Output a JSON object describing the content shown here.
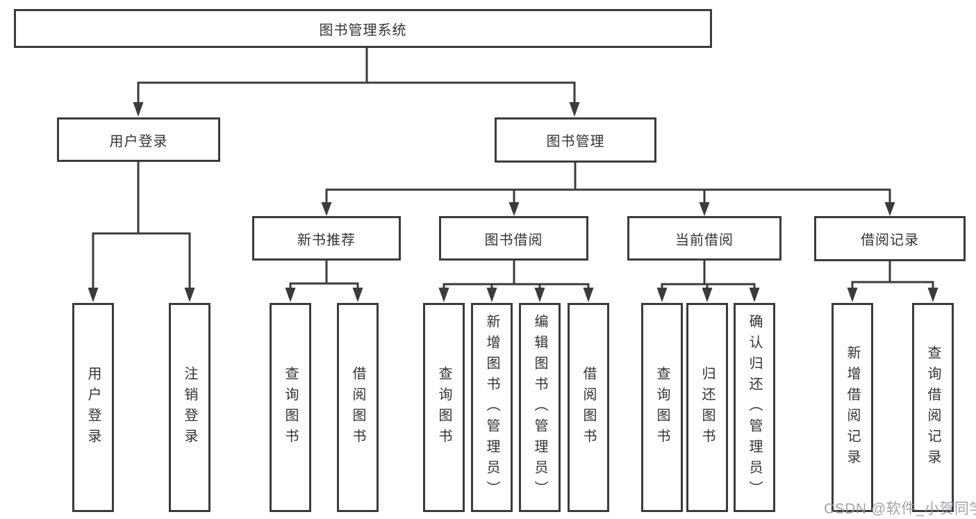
{
  "tree": {
    "label": "图书管理系统",
    "children": [
      {
        "label": "用户登录",
        "children": [
          {
            "label": "用户登录"
          },
          {
            "label": "注销登录"
          }
        ]
      },
      {
        "label": "图书管理",
        "children": [
          {
            "label": "新书推荐",
            "children": [
              {
                "label": "查询图书"
              },
              {
                "label": "借阅图书"
              }
            ]
          },
          {
            "label": "图书借阅",
            "children": [
              {
                "label": "查询图书"
              },
              {
                "label": "新增图书（管理员）"
              },
              {
                "label": "编辑图书（管理员）"
              },
              {
                "label": "借阅图书"
              }
            ]
          },
          {
            "label": "当前借阅",
            "children": [
              {
                "label": "查询图书"
              },
              {
                "label": "归还图书"
              },
              {
                "label": "确认归还（管理员）"
              }
            ]
          },
          {
            "label": "借阅记录",
            "children": [
              {
                "label": "新增借阅记录"
              },
              {
                "label": "查询借阅记录"
              }
            ]
          }
        ]
      }
    ]
  },
  "watermark": {
    "text": "CSDN @软件_小贺同学"
  },
  "colors": {
    "line": "#3b3b3b",
    "text": "#333333",
    "watermark": "#9597a0",
    "background": "#ffffff"
  }
}
